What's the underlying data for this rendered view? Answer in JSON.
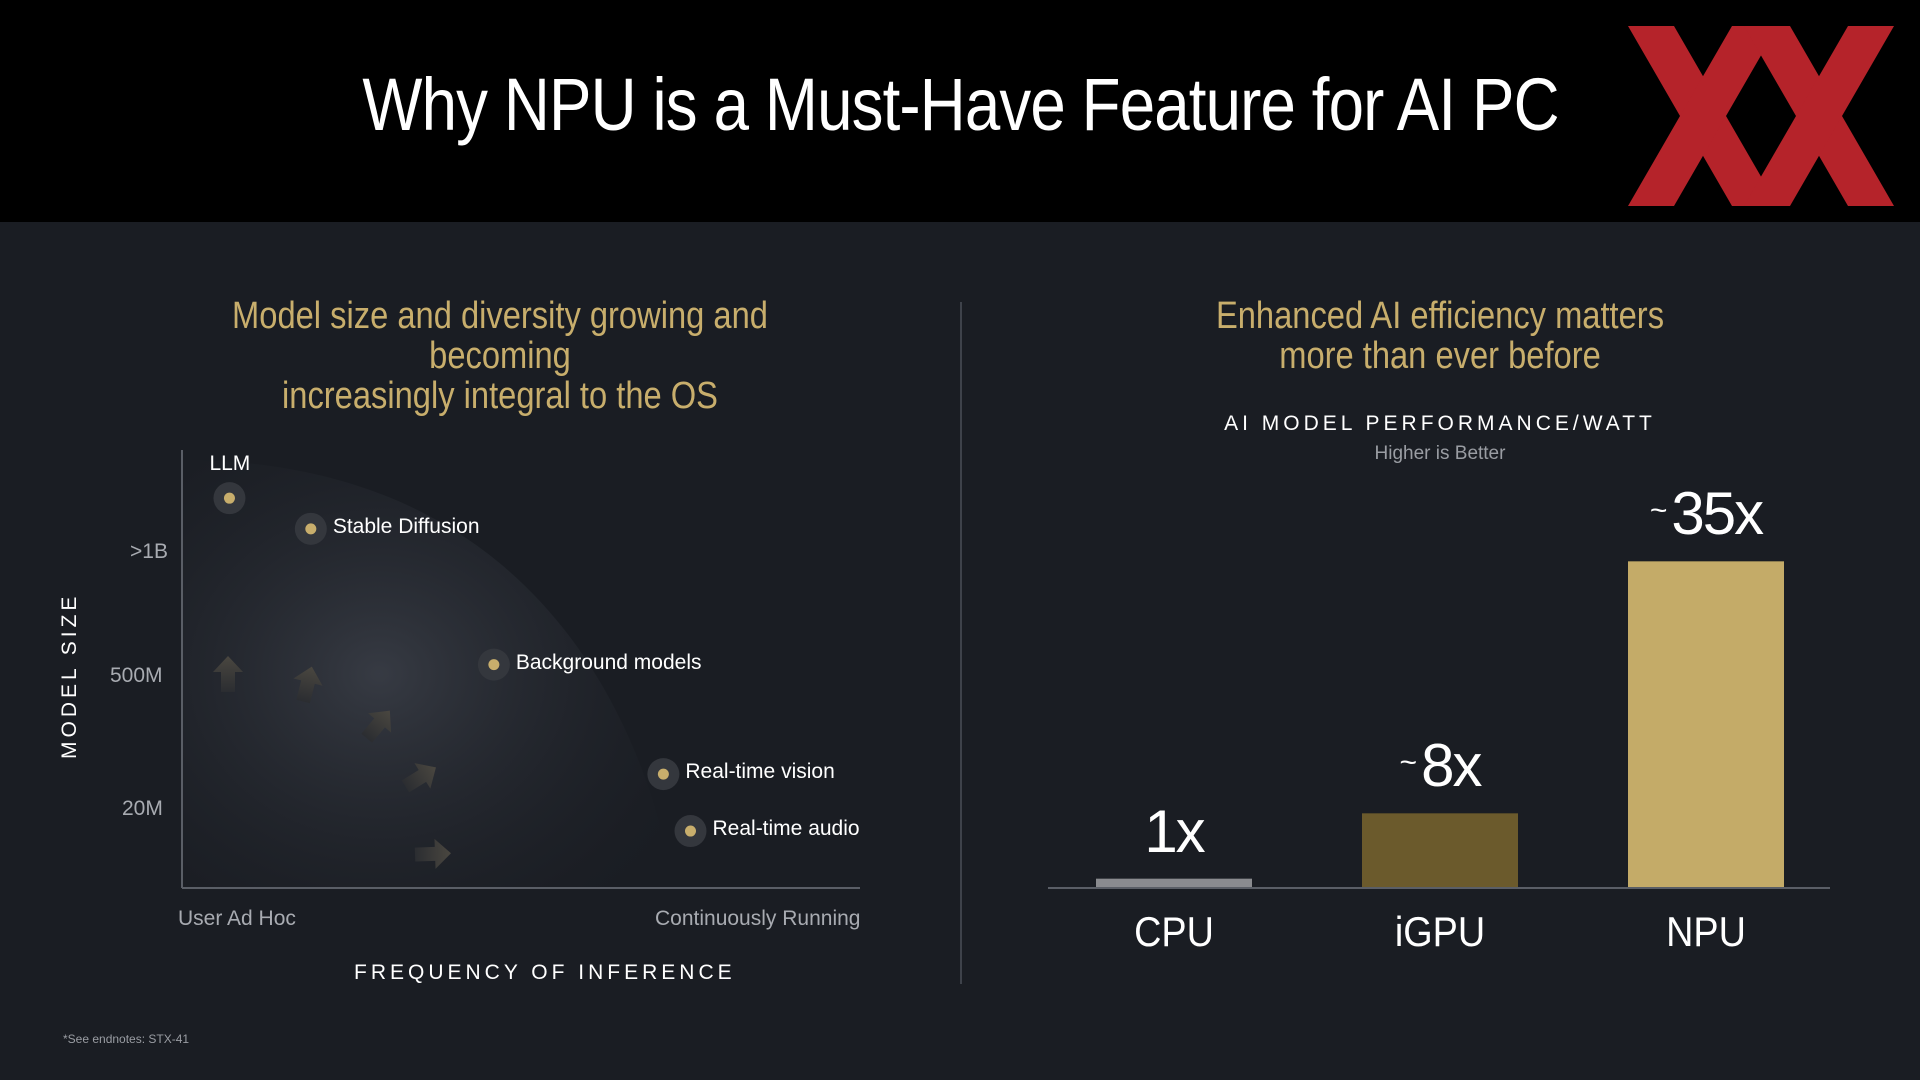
{
  "header": {
    "title": "Why NPU is a Must-Have Feature for AI PC"
  },
  "colors": {
    "accent_gold": "#c8ae6c",
    "logo_red": "#b5232a",
    "bar_cpu": "#8a8b8f",
    "bar_igpu": "#6b5a2c",
    "bar_npu": "#c4ab68"
  },
  "left_panel": {
    "heading_line1": "Model size and diversity growing and becoming",
    "heading_line2": "increasingly integral to the OS"
  },
  "right_panel": {
    "heading_line1": "Enhanced AI efficiency matters",
    "heading_line2": "more than ever before"
  },
  "footnote": "*See endnotes: STX-41",
  "chart_data": [
    {
      "type": "scatter",
      "xlabel": "FREQUENCY OF INFERENCE",
      "ylabel": "MODEL SIZE",
      "x_ticks": [
        "User Ad Hoc",
        "Continuously Running"
      ],
      "y_ticks": [
        ">1B",
        "500M",
        "20M"
      ],
      "xlim": [
        0,
        1
      ],
      "ylim": [
        0,
        1
      ],
      "grid": false,
      "points": [
        {
          "label": "LLM",
          "x": 0.07,
          "y": 0.89
        },
        {
          "label": "Stable Diffusion",
          "x": 0.19,
          "y": 0.82
        },
        {
          "label": "Background models",
          "x": 0.46,
          "y": 0.51
        },
        {
          "label": "Real-time vision",
          "x": 0.71,
          "y": 0.26
        },
        {
          "label": "Real-time audio",
          "x": 0.75,
          "y": 0.13
        }
      ]
    },
    {
      "type": "bar",
      "title": "AI MODEL PERFORMANCE/WATT",
      "subtitle": "Higher is Better",
      "categories": [
        "CPU",
        "iGPU",
        "NPU"
      ],
      "values": [
        1,
        8,
        35
      ],
      "value_labels": [
        {
          "prefix": "",
          "value": "1x"
        },
        {
          "prefix": "~",
          "value": "8x"
        },
        {
          "prefix": "~",
          "value": "35x"
        }
      ],
      "ylim": [
        0,
        48
      ],
      "grid": false
    }
  ]
}
